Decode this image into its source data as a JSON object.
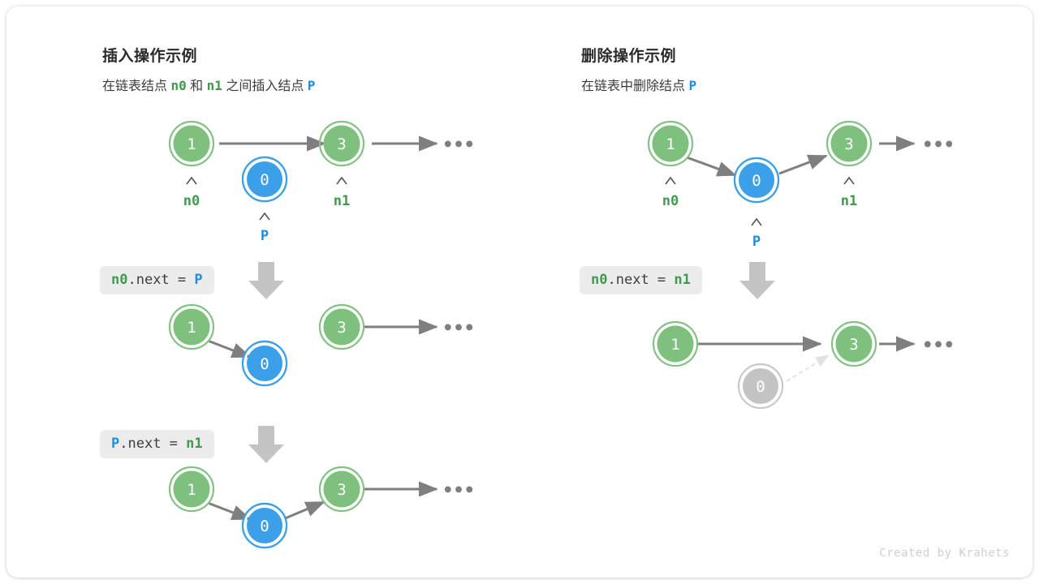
{
  "card": {
    "credit": "Created by Krahets"
  },
  "panels": [
    {
      "title": "插入操作示例",
      "subtitle_parts": [
        {
          "text": "在链表结点 ",
          "style": "plain"
        },
        {
          "text": "n0",
          "style": "green"
        },
        {
          "text": " 和 ",
          "style": "plain"
        },
        {
          "text": "n1",
          "style": "green"
        },
        {
          "text": " 之间插入结点 ",
          "style": "plain"
        },
        {
          "text": "P",
          "style": "blue"
        }
      ],
      "steps": [
        {
          "code_parts": [
            {
              "text": "n0",
              "style": "green"
            },
            {
              "text": ".next = ",
              "style": "plain"
            },
            {
              "text": "P",
              "style": "blue"
            }
          ]
        },
        {
          "code_parts": [
            {
              "text": "P",
              "style": "blue"
            },
            {
              "text": ".next = ",
              "style": "plain"
            },
            {
              "text": "n1",
              "style": "green"
            }
          ]
        }
      ],
      "rows": [
        {
          "nodes": [
            {
              "value": "1",
              "color": "green",
              "label": "n0",
              "label_color": "green",
              "caret": true
            },
            {
              "value": "0",
              "color": "blue",
              "label": "P",
              "label_color": "blue",
              "caret": true
            },
            {
              "value": "3",
              "color": "green",
              "label": "n1",
              "label_color": "green",
              "caret": true
            }
          ],
          "ellipsis": "•••"
        },
        {
          "nodes": [
            {
              "value": "1",
              "color": "green"
            },
            {
              "value": "0",
              "color": "blue"
            },
            {
              "value": "3",
              "color": "green"
            }
          ],
          "ellipsis": "•••"
        },
        {
          "nodes": [
            {
              "value": "1",
              "color": "green"
            },
            {
              "value": "0",
              "color": "blue"
            },
            {
              "value": "3",
              "color": "green"
            }
          ],
          "ellipsis": "•••"
        }
      ]
    },
    {
      "title": "删除操作示例",
      "subtitle_parts": [
        {
          "text": "在链表中删除结点 ",
          "style": "plain"
        },
        {
          "text": "P",
          "style": "blue"
        }
      ],
      "steps": [
        {
          "code_parts": [
            {
              "text": "n0",
              "style": "green"
            },
            {
              "text": ".next = ",
              "style": "plain"
            },
            {
              "text": "n1",
              "style": "green"
            }
          ]
        }
      ],
      "rows": [
        {
          "nodes": [
            {
              "value": "1",
              "color": "green",
              "label": "n0",
              "label_color": "green",
              "caret": true
            },
            {
              "value": "0",
              "color": "blue",
              "label": "P",
              "label_color": "blue",
              "caret": true
            },
            {
              "value": "3",
              "color": "green",
              "label": "n1",
              "label_color": "green",
              "caret": true
            }
          ],
          "ellipsis": "•••"
        },
        {
          "nodes": [
            {
              "value": "1",
              "color": "green"
            },
            {
              "value": "0",
              "color": "gray"
            },
            {
              "value": "3",
              "color": "green"
            }
          ],
          "ellipsis": "•••"
        }
      ]
    }
  ],
  "colors": {
    "green_fill": "#7EC07E",
    "green_ring": "#84c184",
    "blue_fill": "#3BA0E8",
    "blue_ring": "#3BA0E8",
    "gray_fill": "#c4c4c4",
    "gray_ring": "#c9c9c9",
    "arrow": "#7f7f7f",
    "arrow_faded": "#e0e0e0",
    "code_bg": "#ececec",
    "green_text": "#3f9a4f",
    "blue_text": "#1f8ddb"
  },
  "labels": {
    "insert_title_pos": "left",
    "delete_title_pos": "right"
  }
}
